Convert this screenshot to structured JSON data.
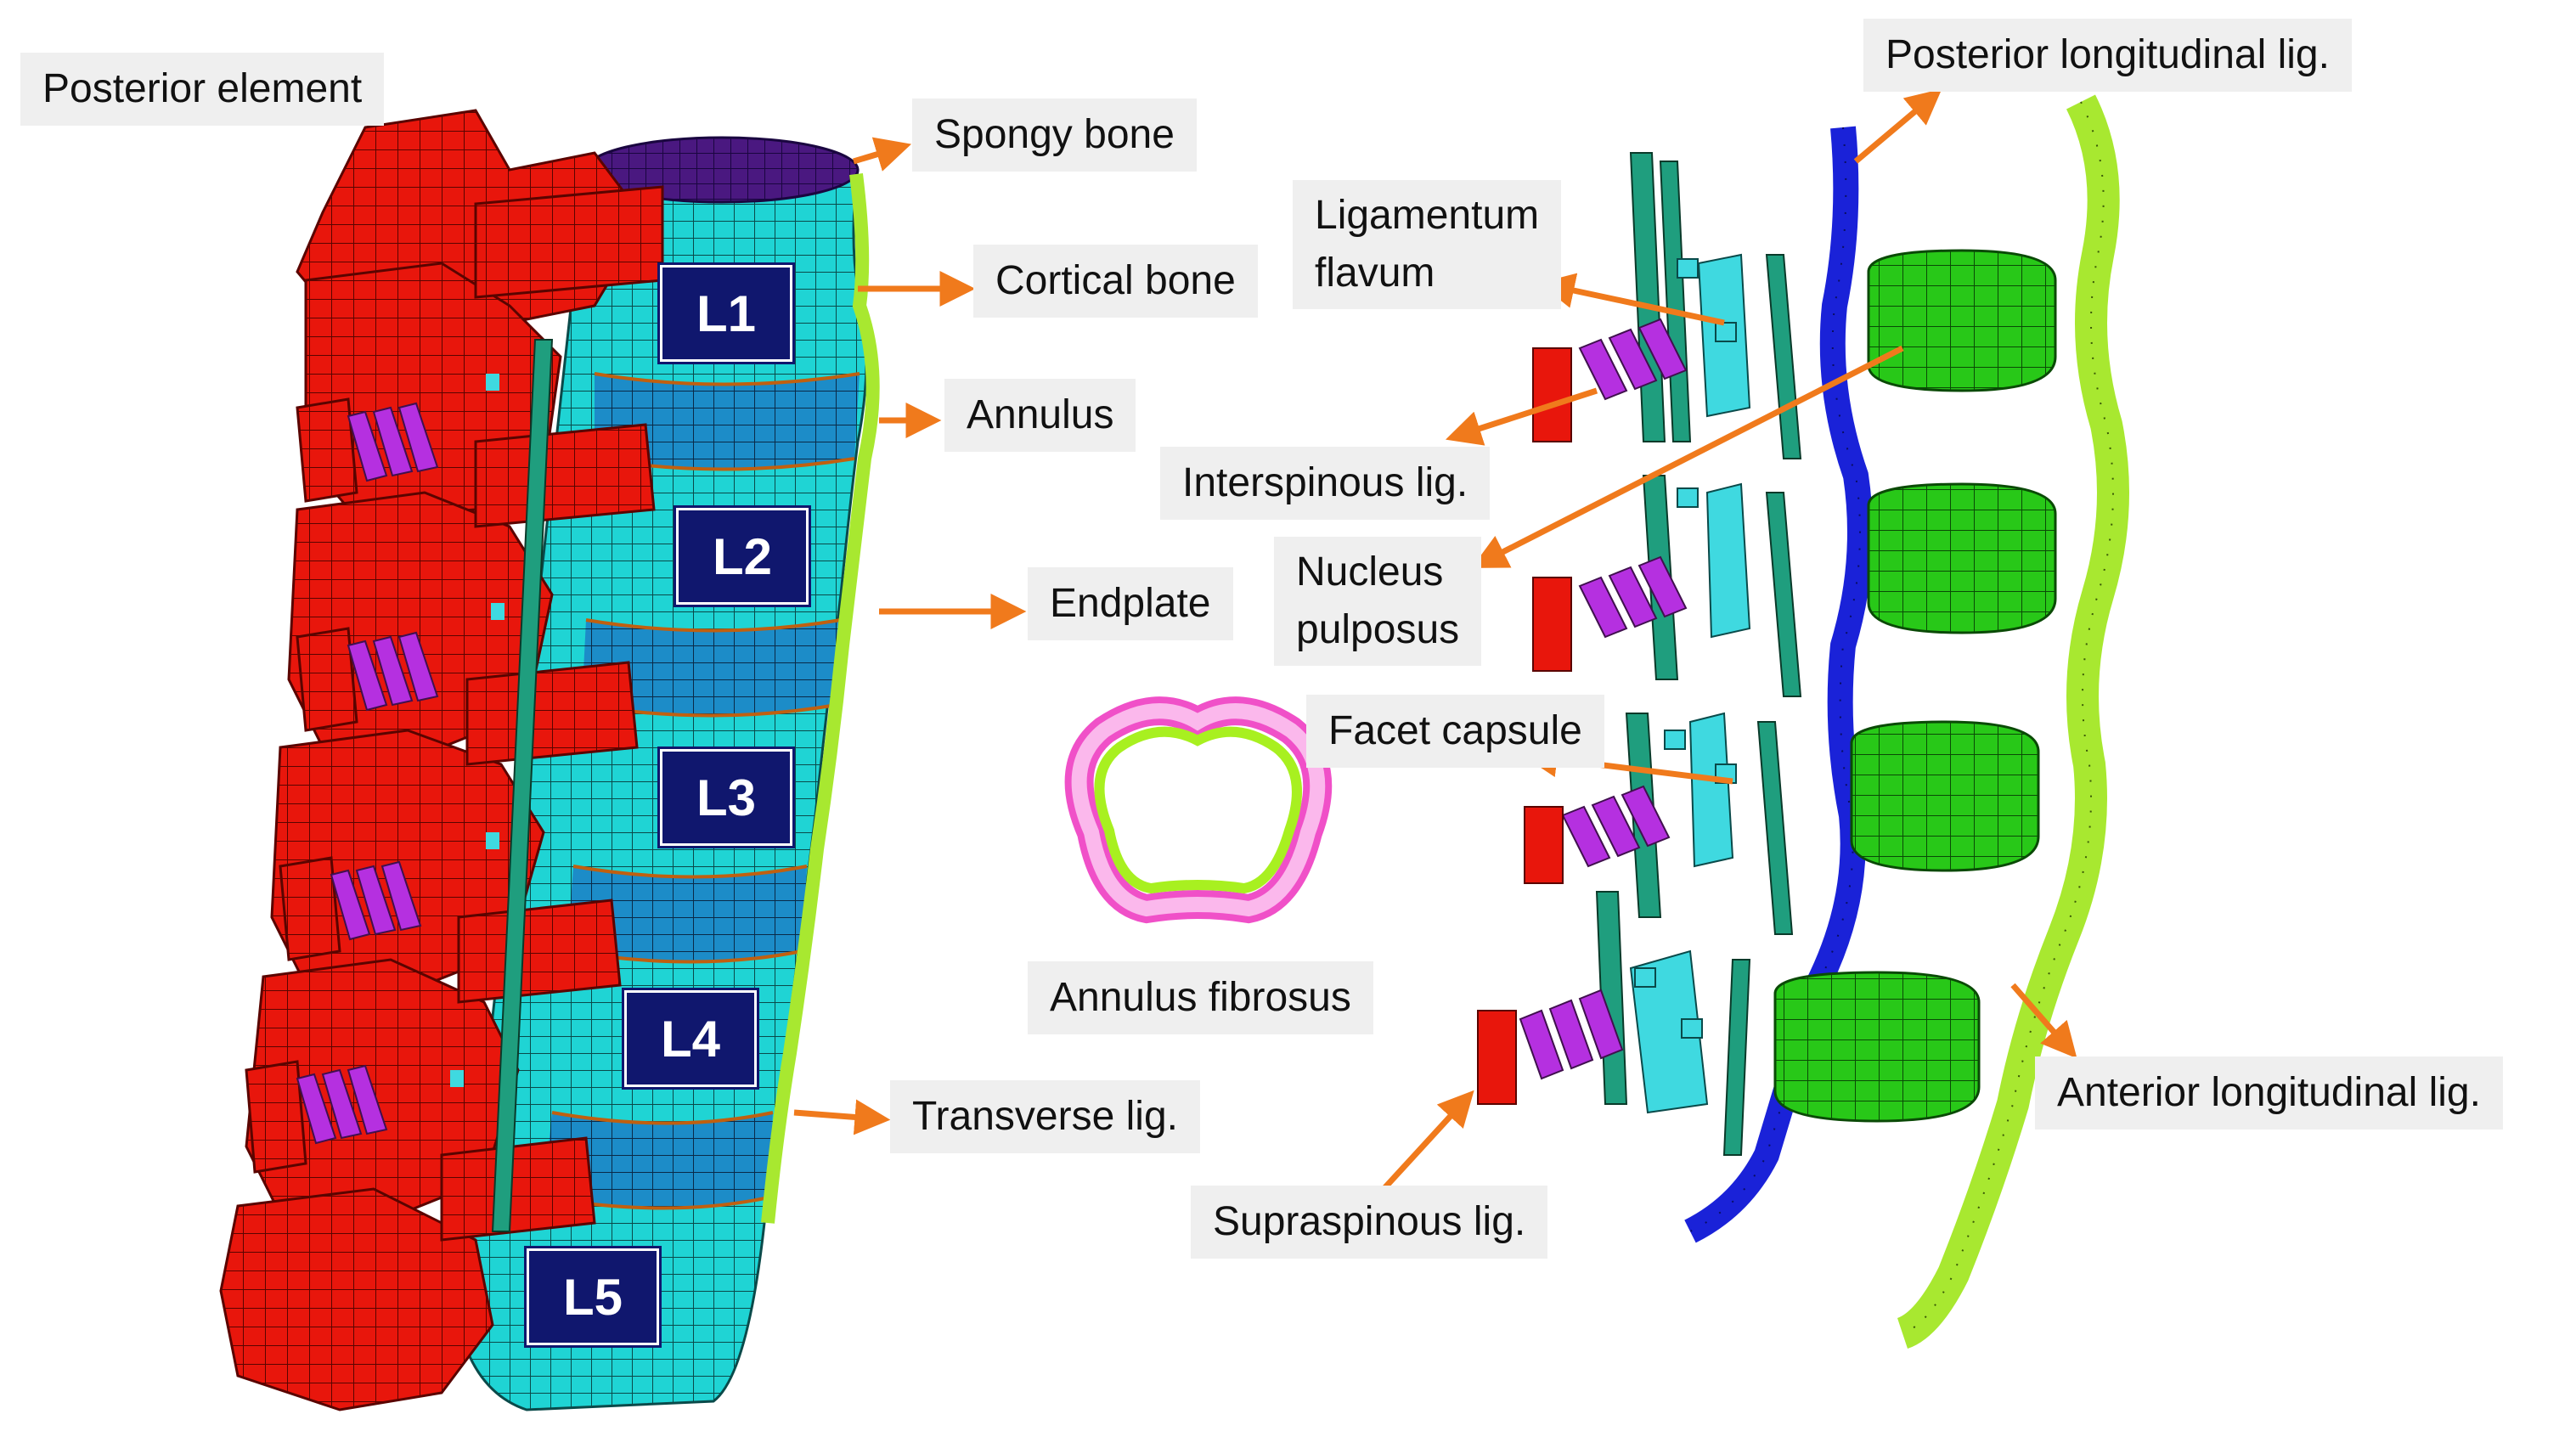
{
  "labels": {
    "posterior_element": "Posterior element",
    "spongy_bone": "Spongy bone",
    "cortical_bone": "Cortical bone",
    "annulus": "Annulus",
    "endplate": "Endplate",
    "transverse_lig": "Transverse lig.",
    "annulus_fibrosus": "Annulus fibrosus",
    "ligamentum_flavum": "Ligamentum\nflavum",
    "interspinous_lig": "Interspinous lig.",
    "nucleus_pulposus": "Nucleus\npulposus",
    "facet_capsule": "Facet capsule",
    "supraspinous_lig": "Supraspinous lig.",
    "posterior_longitudinal_lig": "Posterior longitudinal lig.",
    "anterior_longitudinal_lig": "Anterior longitudinal lig."
  },
  "vertebrae": [
    "L1",
    "L2",
    "L3",
    "L4",
    "L5"
  ],
  "colors": {
    "posterior_element": "#e8160c",
    "cortical_bone": "#1fd4d4",
    "annulus": "#1c8cc8",
    "spongy_bone": "#4a1880",
    "ligament_violet": "#b530e0",
    "ligament_teal": "#1f9e7e",
    "ligament_cyan": "#3fd9e0",
    "posterior_longitudinal": "#1a22d8",
    "nucleus": "#28c818",
    "anterior_longitudinal": "#a8e830",
    "annulus_fibrosus_outer": "#f050c8",
    "annulus_fibrosus_inner": "#a8f020",
    "arrow": "#f07a1c",
    "label_box": "#10176e"
  },
  "icons": {
    "arrow": "arrow-right-icon"
  }
}
